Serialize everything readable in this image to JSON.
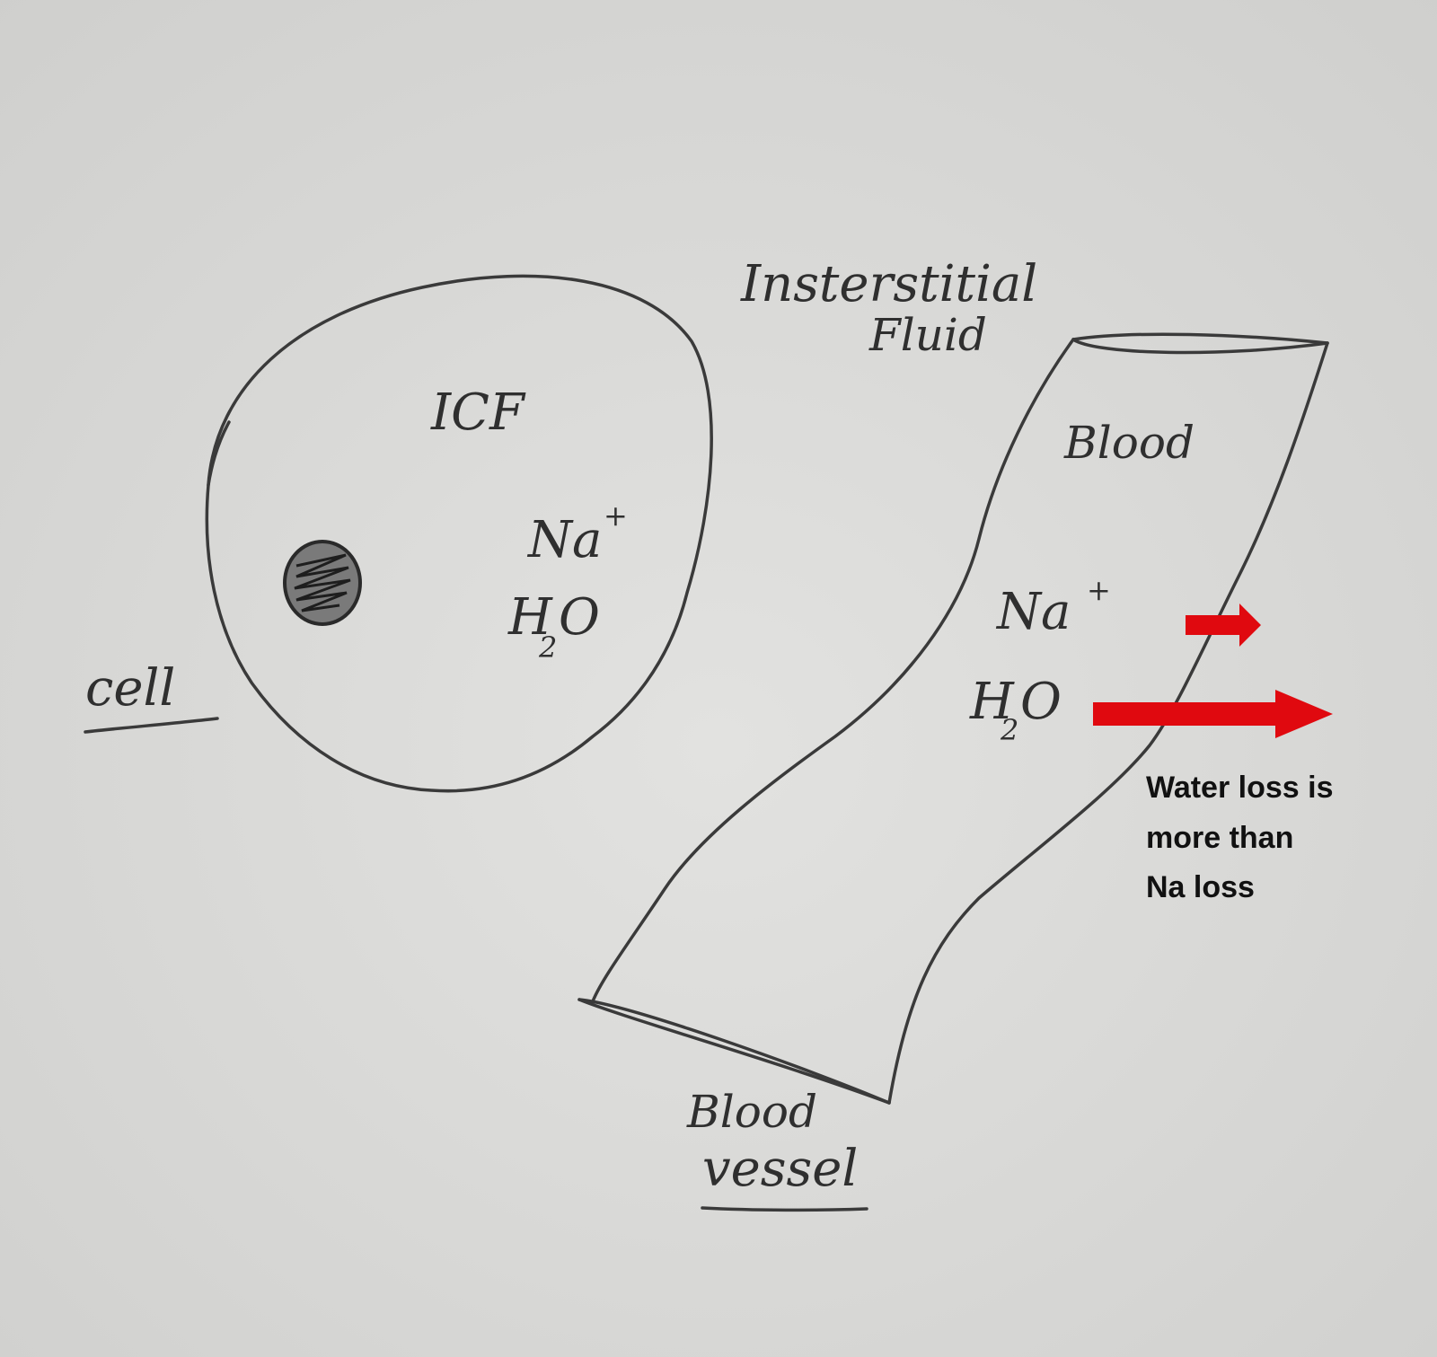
{
  "labels": {
    "interstitial_line1": "Insterstitial",
    "interstitial_line2": "Fluid",
    "icf": "ICF",
    "cell_na": "Na",
    "cell_na_charge": "+",
    "cell_h2o_h": "H",
    "cell_h2o_sub": "2",
    "cell_h2o_o": "O",
    "cell": "cell",
    "blood": "Blood",
    "vessel_na": "Na",
    "vessel_na_charge": "+",
    "vessel_h2o_h": "H",
    "vessel_h2o_sub": "2",
    "vessel_h2o_o": "O",
    "blood_vessel_line1": "Blood",
    "blood_vessel_line2": "vessel"
  },
  "note": {
    "line1": "Water loss is",
    "line2": "more than",
    "line3": "Na loss"
  },
  "colors": {
    "paper": "#dddddb",
    "ink": "#3a3a3a",
    "arrow": "#e0090f",
    "note_text": "#111111"
  },
  "icons": {
    "nucleus": "hatched-circle",
    "arrows": "right-arrow"
  }
}
